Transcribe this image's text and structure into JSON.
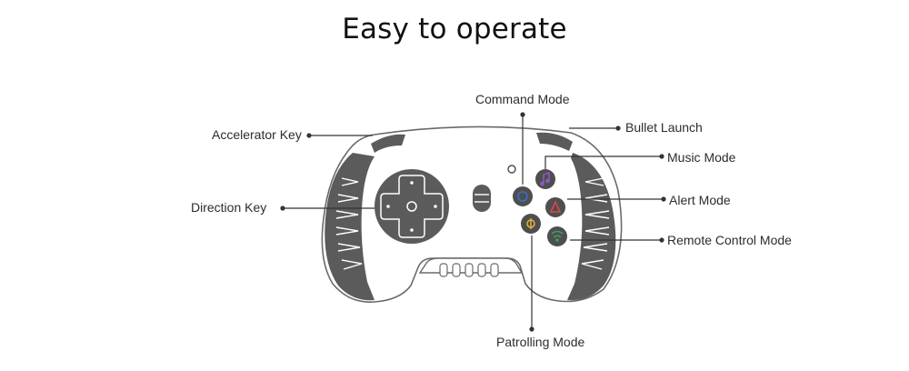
{
  "title": "Easy to operate",
  "labels": {
    "command_mode": "Command Mode",
    "bullet_launch": "Bullet Launch",
    "accelerator_key": "Accelerator Key",
    "music_mode": "Music Mode",
    "direction_key": "Direction Key",
    "alert_mode": "Alert Mode",
    "remote_control_mode": "Remote Control Mode",
    "patrolling_mode": "Patrolling Mode"
  },
  "colors": {
    "controller_grip": "#5b5b5b",
    "controller_outline": "#6a6a6a",
    "leader_line": "#333333",
    "command_icon": "#3a6fc4",
    "music_icon": "#8a5bc4",
    "alert_icon": "#d44a4a",
    "patrolling_icon": "#e2b23a",
    "remote_icon": "#3aa35a"
  },
  "icons": {
    "command_button": "command-icon",
    "music_button": "music-note-icon",
    "alert_button": "alert-icon",
    "patrolling_button": "patrol-icon",
    "remote_button": "wifi-icon"
  }
}
